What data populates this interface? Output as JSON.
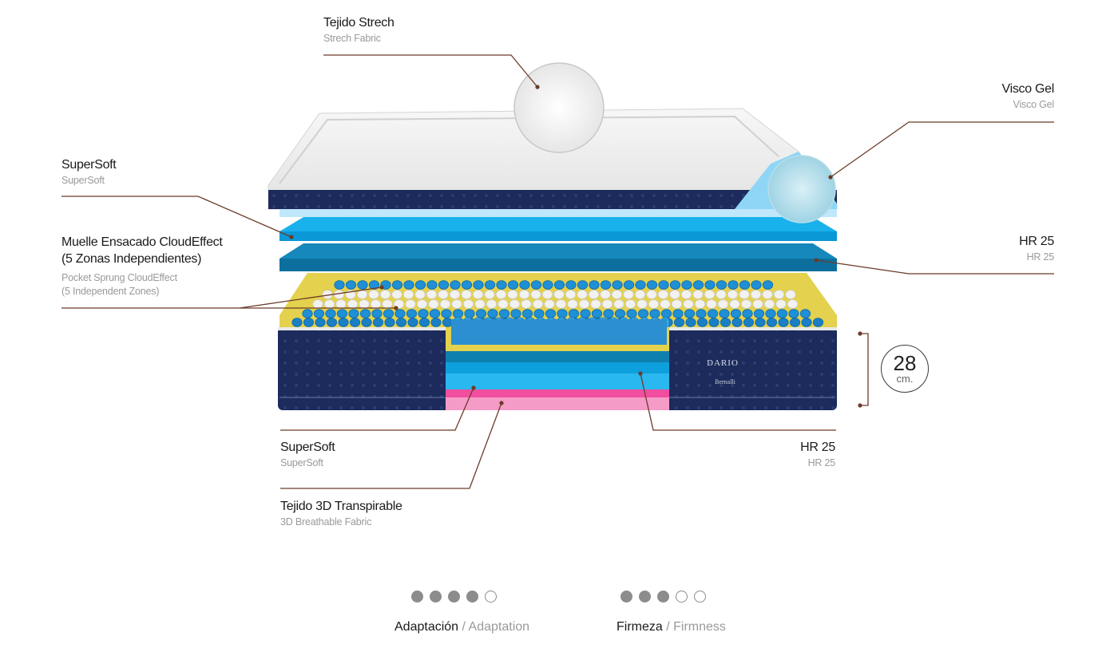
{
  "labels": {
    "strech": {
      "title": "Tejido Strech",
      "subtitle": "Strech Fabric"
    },
    "visco": {
      "title": "Visco Gel",
      "subtitle": "Visco Gel"
    },
    "supersoft_top": {
      "title": "SuperSoft",
      "subtitle": "SuperSoft"
    },
    "muelle": {
      "title": "Muelle Ensacado CloudEffect",
      "title2": "(5 Zonas Independientes)",
      "subtitle": "Pocket Sprung CloudEffect",
      "subtitle2": "(5 Independent Zones)"
    },
    "hr_top": {
      "title": "HR 25",
      "subtitle": "HR 25"
    },
    "supersoft_bot": {
      "title": "SuperSoft",
      "subtitle": "SuperSoft"
    },
    "hr_bot": {
      "title": "HR 25",
      "subtitle": "HR 25"
    },
    "tejido3d": {
      "title": "Tejido 3D Transpirable",
      "subtitle": "3D Breathable Fabric"
    }
  },
  "mattress": {
    "brand": "DARIO",
    "maker": "Bernalli",
    "thickness": "28",
    "thickness_unit": "cm."
  },
  "ratings": {
    "adaptation": {
      "label_es": "Adaptación",
      "separator": "/",
      "label_en": "Adaptation",
      "filled": 4,
      "total": 5
    },
    "firmness": {
      "label_es": "Firmeza",
      "separator": "/",
      "label_en": "Firmness",
      "filled": 3,
      "total": 5
    }
  },
  "colors": {
    "navy": "#1c2b5c",
    "cyan": "#11a6e4",
    "light_cyan": "#8fd6f6",
    "teal": "#0f7fae",
    "yellow": "#e4d14d",
    "pink": "#f59bc7",
    "leader": "#6b3b2a",
    "dot_filled": "#8c8c8c"
  }
}
